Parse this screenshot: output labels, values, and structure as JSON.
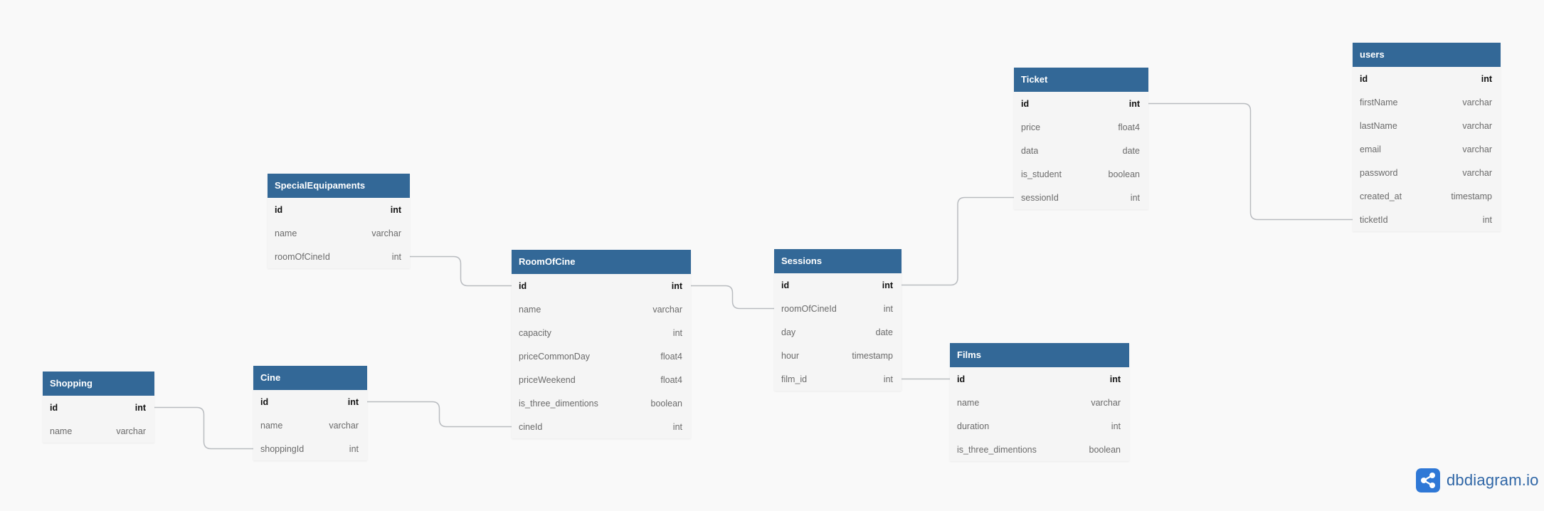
{
  "colors": {
    "header": "#336897",
    "link": "#b9bcc0",
    "brand": "#2f66a6",
    "logo_bg": "#2f78d6"
  },
  "brand": {
    "text": "dbdiagram.io",
    "icon": "share-icon"
  },
  "tables": [
    {
      "id": "shopping",
      "name": "Shopping",
      "columns": [
        {
          "name": "id",
          "type": "int",
          "pk": true
        },
        {
          "name": "name",
          "type": "varchar"
        }
      ]
    },
    {
      "id": "cine",
      "name": "Cine",
      "columns": [
        {
          "name": "id",
          "type": "int",
          "pk": true
        },
        {
          "name": "name",
          "type": "varchar"
        },
        {
          "name": "shoppingId",
          "type": "int"
        }
      ]
    },
    {
      "id": "specialequipaments",
      "name": "SpecialEquipaments",
      "columns": [
        {
          "name": "id",
          "type": "int",
          "pk": true
        },
        {
          "name": "name",
          "type": "varchar"
        },
        {
          "name": "roomOfCineId",
          "type": "int"
        }
      ]
    },
    {
      "id": "roomofcine",
      "name": "RoomOfCine",
      "columns": [
        {
          "name": "id",
          "type": "int",
          "pk": true
        },
        {
          "name": "name",
          "type": "varchar"
        },
        {
          "name": "capacity",
          "type": "int"
        },
        {
          "name": "priceCommonDay",
          "type": "float4"
        },
        {
          "name": "priceWeekend",
          "type": "float4"
        },
        {
          "name": "is_three_dimentions",
          "type": "boolean"
        },
        {
          "name": "cineId",
          "type": "int"
        }
      ]
    },
    {
      "id": "sessions",
      "name": "Sessions",
      "columns": [
        {
          "name": "id",
          "type": "int",
          "pk": true
        },
        {
          "name": "roomOfCineId",
          "type": "int"
        },
        {
          "name": "day",
          "type": "date"
        },
        {
          "name": "hour",
          "type": "timestamp"
        },
        {
          "name": "film_id",
          "type": "int"
        }
      ]
    },
    {
      "id": "films",
      "name": "Films",
      "columns": [
        {
          "name": "id",
          "type": "int",
          "pk": true
        },
        {
          "name": "name",
          "type": "varchar"
        },
        {
          "name": "duration",
          "type": "int"
        },
        {
          "name": "is_three_dimentions",
          "type": "boolean"
        }
      ]
    },
    {
      "id": "ticket",
      "name": "Ticket",
      "columns": [
        {
          "name": "id",
          "type": "int",
          "pk": true
        },
        {
          "name": "price",
          "type": "float4"
        },
        {
          "name": "data",
          "type": "date"
        },
        {
          "name": "is_student",
          "type": "boolean"
        },
        {
          "name": "sessionId",
          "type": "int"
        }
      ]
    },
    {
      "id": "users",
      "name": "users",
      "columns": [
        {
          "name": "id",
          "type": "int",
          "pk": true
        },
        {
          "name": "firstName",
          "type": "varchar"
        },
        {
          "name": "lastName",
          "type": "varchar"
        },
        {
          "name": "email",
          "type": "varchar"
        },
        {
          "name": "password",
          "type": "varchar"
        },
        {
          "name": "created_at",
          "type": "timestamp"
        },
        {
          "name": "ticketId",
          "type": "int"
        }
      ]
    }
  ],
  "relations": [
    {
      "from": [
        "shopping",
        "id"
      ],
      "to": [
        "cine",
        "shoppingId"
      ]
    },
    {
      "from": [
        "cine",
        "id"
      ],
      "to": [
        "roomofcine",
        "cineId"
      ]
    },
    {
      "from": [
        "specialequipaments",
        "roomOfCineId"
      ],
      "to": [
        "roomofcine",
        "id"
      ]
    },
    {
      "from": [
        "roomofcine",
        "id"
      ],
      "to": [
        "sessions",
        "roomOfCineId"
      ]
    },
    {
      "from": [
        "sessions",
        "film_id"
      ],
      "to": [
        "films",
        "id"
      ]
    },
    {
      "from": [
        "sessions",
        "id"
      ],
      "to": [
        "ticket",
        "sessionId"
      ]
    },
    {
      "from": [
        "ticket",
        "id"
      ],
      "to": [
        "users",
        "ticketId"
      ]
    }
  ]
}
